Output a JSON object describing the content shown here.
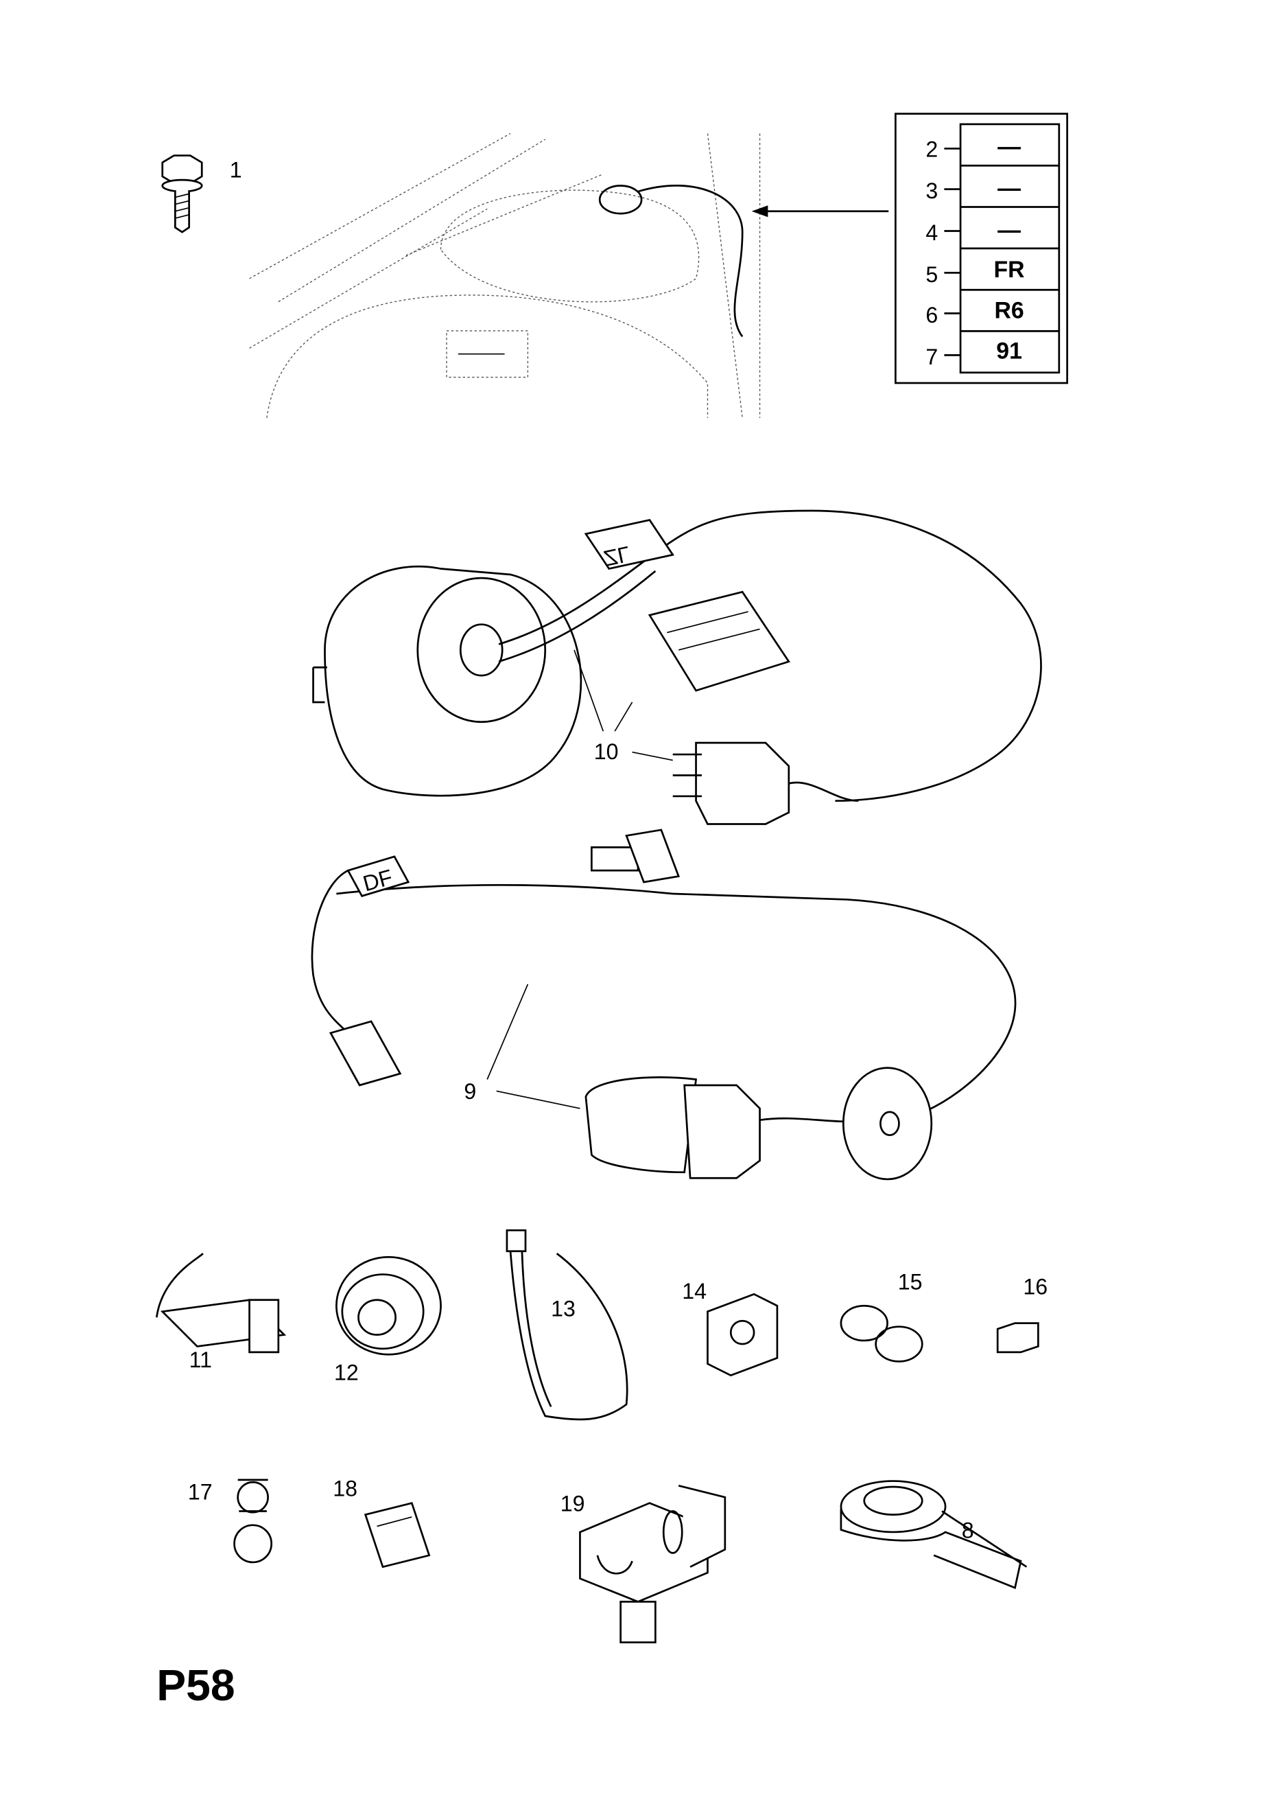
{
  "page_code": "P58",
  "callouts": {
    "c1": "1",
    "c8": "8",
    "c9": "9",
    "c10": "10",
    "c11": "11",
    "c12": "12",
    "c13": "13",
    "c14": "14",
    "c15": "15",
    "c16": "16",
    "c17": "17",
    "c18": "18",
    "c19": "19"
  },
  "harness_tags": {
    "upper": "ZL",
    "lower": "DF"
  },
  "code_table": {
    "rows": [
      {
        "num": "2",
        "code": "—"
      },
      {
        "num": "3",
        "code": "—"
      },
      {
        "num": "4",
        "code": "—"
      },
      {
        "num": "5",
        "code": "FR"
      },
      {
        "num": "6",
        "code": "R6"
      },
      {
        "num": "7",
        "code": "91"
      }
    ]
  }
}
